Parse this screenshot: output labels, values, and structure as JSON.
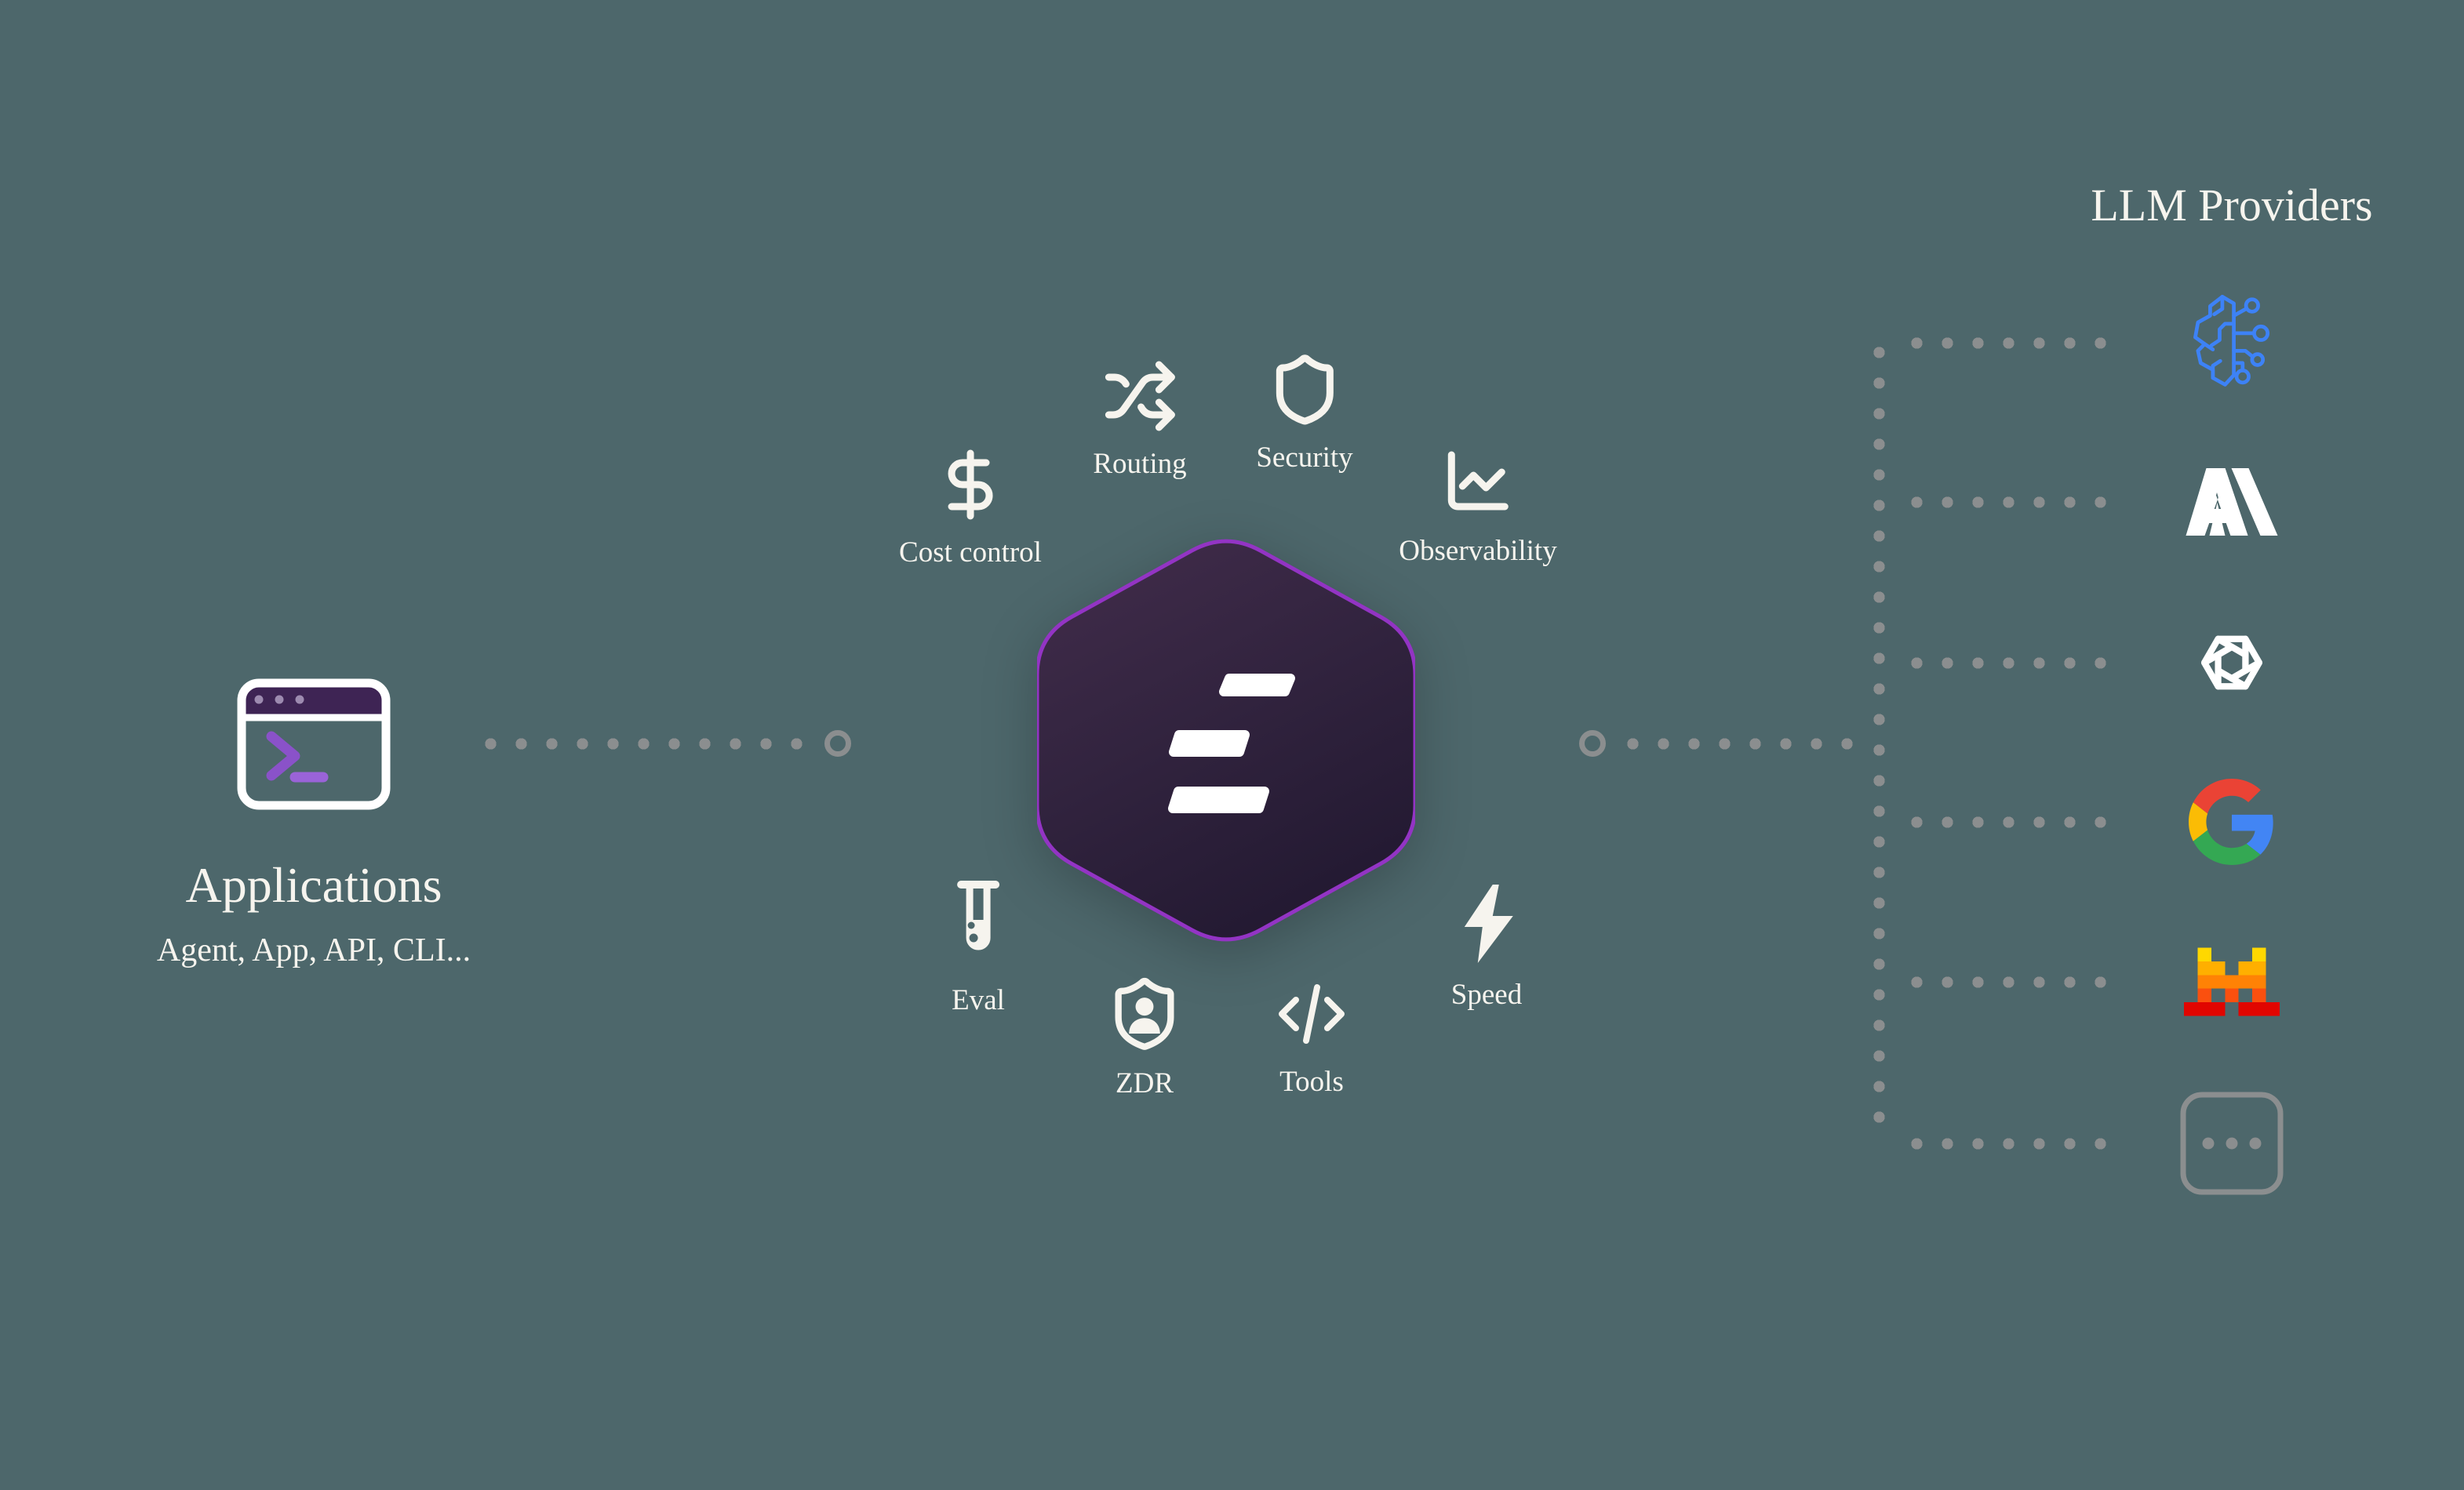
{
  "applications": {
    "title": "Applications",
    "subtitle": "Agent, App, API, CLI...",
    "icon": "terminal-window-icon"
  },
  "gateway": {
    "logo_icon": "hexagon-logo",
    "features": [
      {
        "id": "cost-control",
        "icon": "dollar-sign-icon",
        "label": "Cost control"
      },
      {
        "id": "routing",
        "icon": "shuffle-icon",
        "label": "Routing"
      },
      {
        "id": "security",
        "icon": "shield-icon",
        "label": "Security"
      },
      {
        "id": "observability",
        "icon": "chart-line-icon",
        "label": "Observability"
      },
      {
        "id": "eval",
        "icon": "test-tube-icon",
        "label": "Eval"
      },
      {
        "id": "zdr",
        "icon": "shield-user-icon",
        "label": "ZDR"
      },
      {
        "id": "tools",
        "icon": "code-icon",
        "label": "Tools"
      },
      {
        "id": "speed",
        "icon": "lightning-icon",
        "label": "Speed"
      }
    ]
  },
  "providers": {
    "title": "LLM Providers",
    "items": [
      {
        "icon": "brain-circuit-icon"
      },
      {
        "icon": "anthropic-icon"
      },
      {
        "icon": "openai-icon"
      },
      {
        "icon": "google-icon"
      },
      {
        "icon": "mistral-icon"
      },
      {
        "icon": "ellipsis-box-icon"
      }
    ]
  },
  "colors": {
    "background": "#4d676b",
    "text": "#f6f4ee",
    "connector_dots": "#8b8e8f",
    "hexagon_border": "#9334c4",
    "hexagon_fill_top": "#3f2b49",
    "hexagon_fill_bottom": "#211830",
    "terminal_header": "#3e2454",
    "terminal_prompt": "#8a52c9",
    "brain_blue": "#3d82f6",
    "google": [
      "#EA4335",
      "#4285F4",
      "#FBBC05",
      "#34A853"
    ],
    "mistral": [
      "#FFD800",
      "#FFAF00",
      "#FF8205",
      "#FA500F",
      "#E10500"
    ]
  }
}
